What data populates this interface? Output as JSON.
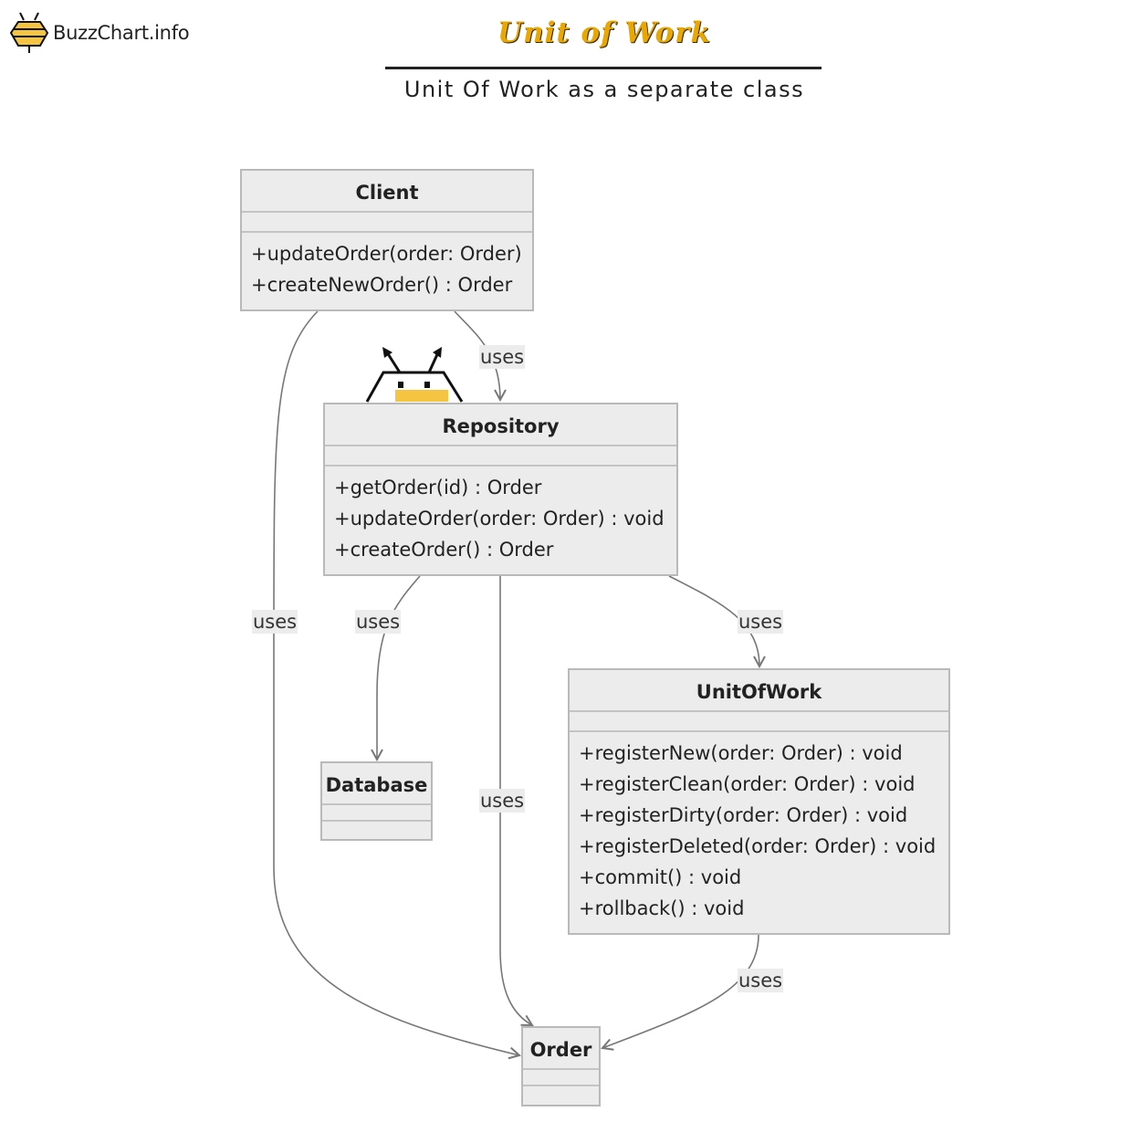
{
  "brand": {
    "name": "BuzzChart.info",
    "logo_icon": "bee-logo-icon"
  },
  "title": "Unit of Work",
  "subtitle": "Unit Of Work as a separate class",
  "colors": {
    "title": "#e8a800",
    "box_fill": "#ececec",
    "box_border": "#b9b9b9",
    "edge": "#777777",
    "accent": "#f5c542"
  },
  "classes": {
    "client": {
      "name": "Client",
      "methods": [
        "+updateOrder(order: Order)",
        "+createNewOrder() : Order"
      ]
    },
    "repository": {
      "name": "Repository",
      "methods": [
        "+getOrder(id) : Order",
        "+updateOrder(order: Order) : void",
        "+createOrder() : Order"
      ]
    },
    "unitofwork": {
      "name": "UnitOfWork",
      "methods": [
        "+registerNew(order: Order) : void",
        "+registerClean(order: Order) : void",
        "+registerDirty(order: Order) : void",
        "+registerDeleted(order: Order) : void",
        "+commit() : void",
        "+rollback() : void"
      ]
    },
    "database": {
      "name": "Database"
    },
    "order": {
      "name": "Order"
    }
  },
  "edges": {
    "client_repository": "uses",
    "client_order": "uses",
    "repository_database": "uses",
    "repository_order": "uses",
    "repository_unitofwork": "uses",
    "unitofwork_order": "uses"
  }
}
